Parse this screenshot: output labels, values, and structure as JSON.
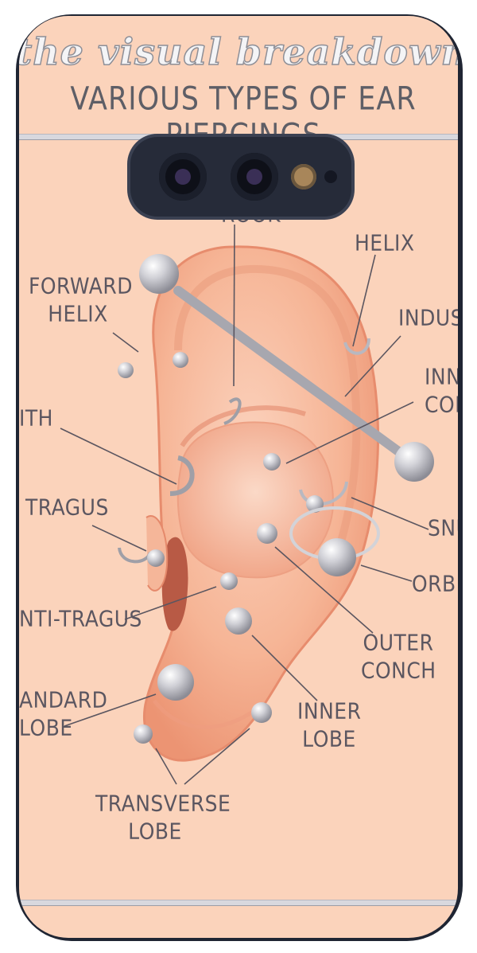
{
  "header": {
    "script_title": "the visual breakdown",
    "subtitle": "VARIOUS TYPES OF EAR PIERCINGS"
  },
  "labels": {
    "rook": "ROOK",
    "helix": "HELIX",
    "forward_helix_1": "FORWARD",
    "forward_helix_2": "HELIX",
    "industrial": "INDUST",
    "daith": "ITH",
    "inner_conch_1": "INN",
    "inner_conch_2": "CON",
    "tragus": "TRAGUS",
    "snug": "SNU",
    "orbital": "ORBIT",
    "anti_tragus": "NTI-TRAGUS",
    "outer_conch_1": "OUTER",
    "outer_conch_2": "CONCH",
    "standard_lobe_1": "ANDARD",
    "standard_lobe_2": "LOBE",
    "inner_lobe_1": "INNER",
    "inner_lobe_2": "LOBE",
    "transverse_lobe_1": "TRANSVERSE",
    "transverse_lobe_2": "LOBE"
  },
  "colors": {
    "background": "#fbd3bb",
    "ear": "#f6b89a",
    "ear_shadow": "#e98f72",
    "jewelry": "#b9b9c0",
    "case": "#1f2533",
    "label_text": "#5b5660"
  },
  "icons": {
    "camera": "camera-module-icon"
  }
}
